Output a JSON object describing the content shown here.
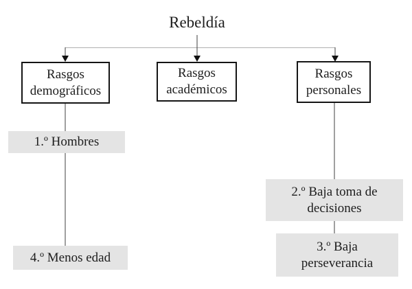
{
  "diagram": {
    "title": "Rebeldía",
    "nodes": {
      "demographic": {
        "label": "Rasgos\ndemográficos"
      },
      "academic": {
        "label": "Rasgos\nacadémicos"
      },
      "personal": {
        "label": "Rasgos\npersonales"
      },
      "hombres": {
        "label": "1.º Hombres"
      },
      "menos_edad": {
        "label": "4.º Menos edad"
      },
      "baja_toma_decisiones": {
        "label": "2.º Baja toma de\ndecisiones"
      },
      "baja_perseverancia": {
        "label": "3.º Baja\nperseverancia"
      }
    },
    "colors": {
      "node_border": "#141414",
      "node_background": "#ffffff",
      "shaded_background": "#e4e4e4",
      "horizontal_connector": "#b0b0b0",
      "vertical_connector": "#3f3f3f",
      "arrowhead": "#111111",
      "text": "#1d1d1d"
    }
  }
}
